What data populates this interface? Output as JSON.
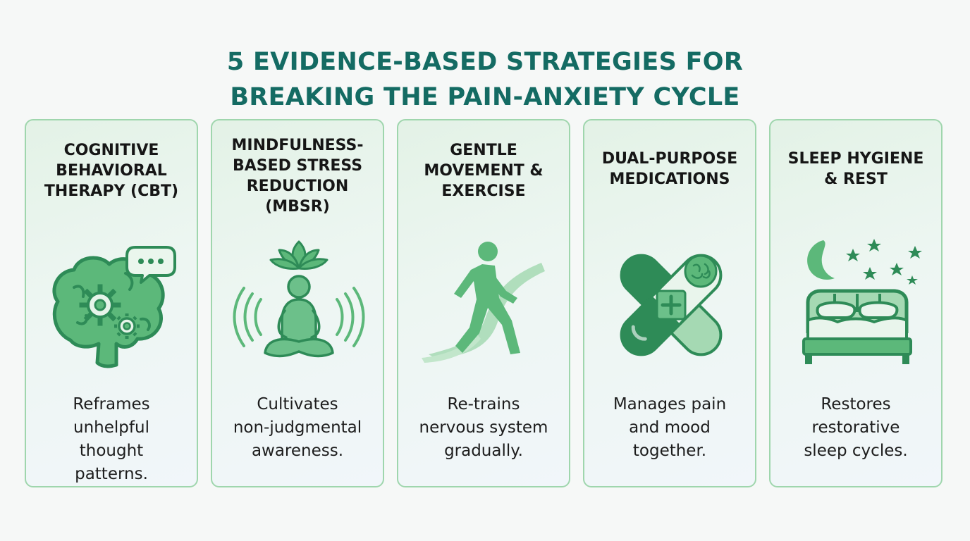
{
  "title": {
    "line1": "5 EVIDENCE-BASED STRATEGIES FOR",
    "line2": "BREAKING THE PAIN-ANXIETY CYCLE"
  },
  "cards": [
    {
      "title_lines": [
        "COGNITIVE",
        "BEHAVIORAL",
        "THERAPY (CBT)"
      ],
      "icon": "brain-gears-speech-icon",
      "desc_lines": [
        "Reframes",
        "unhelpful",
        "thought",
        "patterns."
      ]
    },
    {
      "title_lines": [
        "MINDFULNESS-",
        "BASED STRESS",
        "REDUCTION",
        "(MBSR)"
      ],
      "icon": "meditating-lotus-icon",
      "desc_lines": [
        "Cultivates",
        "non-judgmental",
        "awareness."
      ]
    },
    {
      "title_lines": [
        "GENTLE",
        "MOVEMENT &",
        "EXERCISE"
      ],
      "icon": "walking-person-path-icon",
      "desc_lines": [
        "Re-trains",
        "nervous system",
        "gradually."
      ]
    },
    {
      "title_lines": [
        "DUAL-PURPOSE",
        "MEDICATIONS"
      ],
      "icon": "crossed-capsules-icon",
      "desc_lines": [
        "Manages pain",
        "and mood",
        "together."
      ]
    },
    {
      "title_lines": [
        "SLEEP HYGIENE",
        "& REST"
      ],
      "icon": "bed-moon-stars-icon",
      "desc_lines": [
        "Restores",
        "restorative",
        "sleep cycles."
      ]
    }
  ],
  "colors": {
    "title": "#146b63",
    "card_border": "#9fd6ad",
    "icon_dark": "#2e8b57",
    "icon_mid": "#5cb87a",
    "icon_light": "#a5d9b3"
  }
}
